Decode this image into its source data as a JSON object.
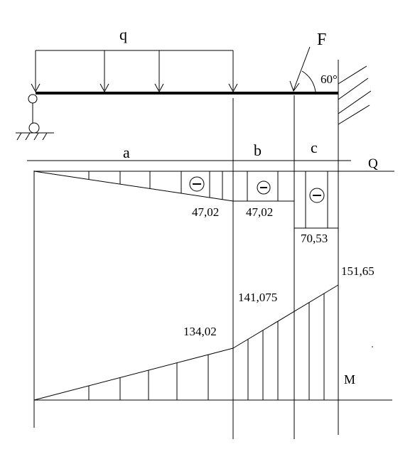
{
  "beam": {
    "load_label": "q",
    "force_label": "F",
    "angle_label": "60°"
  },
  "segments": {
    "a": "a",
    "b": "b",
    "c": "c"
  },
  "shear": {
    "label": "Q",
    "sign": "−",
    "values": {
      "a_end": "47,02",
      "b_end": "47,02",
      "c_end": "70,53"
    }
  },
  "moment": {
    "label": "M",
    "values": {
      "a_end": "134,02",
      "b_end": "141,075",
      "c_end": "151,65"
    }
  }
}
